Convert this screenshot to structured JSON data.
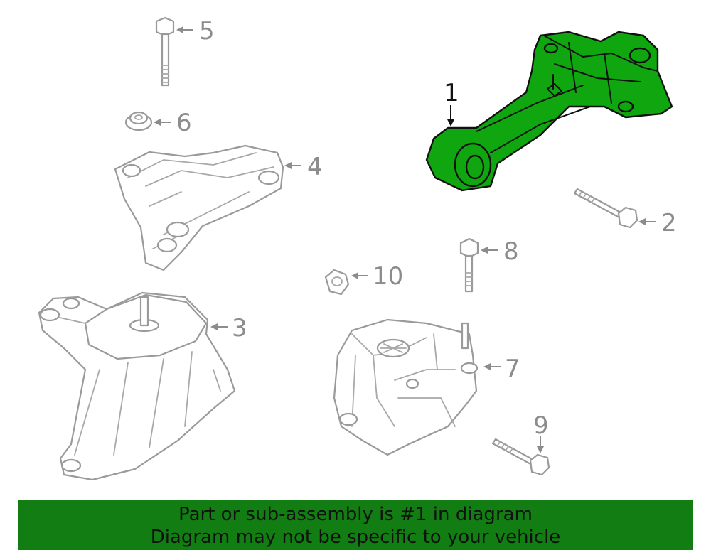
{
  "callouts": {
    "c1": "1",
    "c2": "2",
    "c3": "3",
    "c4": "4",
    "c5": "5",
    "c6": "6",
    "c7": "7",
    "c8": "8",
    "c9": "9",
    "c10": "10"
  },
  "highlighted_part": "1",
  "colors": {
    "highlight": "#0fa60f",
    "banner": "#127d12",
    "line_art": "#9a9a9a"
  },
  "banner": {
    "line1": "Part or sub-assembly is #1 in diagram",
    "line2": "Diagram may not be specific to your vehicle"
  }
}
